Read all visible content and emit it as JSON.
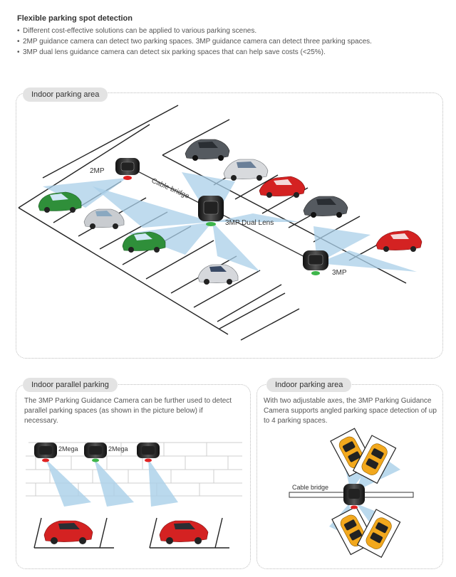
{
  "intro": {
    "title": "Flexible parking spot detection",
    "bullets": [
      "Different cost-effective solutions can be applied to various parking scenes.",
      "2MP guidance camera can detect two parking spaces. 3MP guidance camera can detect three parking spaces.",
      "3MP dual lens guidance camera can detect six parking spaces that can help save costs (<25%)."
    ]
  },
  "top_panel": {
    "label": "Indoor parking area",
    "camera_2mp_label": "2MP",
    "cable_label": "Cable bridge",
    "dual_lens_label": "3MP Dual Lens",
    "camera_3mp_label": "3MP"
  },
  "bottom_left": {
    "label": "Indoor parallel parking",
    "description": "The 3MP Parking Guidance Camera can be further used to detect parallel parking spaces (as shown in the picture below) if necessary.",
    "camera_labels": [
      "2Mega",
      "2Mega"
    ]
  },
  "bottom_right": {
    "label": "Indoor parking area",
    "description": "With two adjustable axes, the 3MP Parking Guidance Camera supports angled parking space detection of up to 4 parking spaces.",
    "cable_label": "Cable bridge"
  },
  "colors": {
    "green_led": "#3db54a",
    "red_led": "#e02020",
    "beam": "#a9cfe8",
    "car_green": "#2f8f3a",
    "car_red": "#d42222",
    "car_silver": "#c9ccd0",
    "car_yellow": "#f2a81d"
  }
}
